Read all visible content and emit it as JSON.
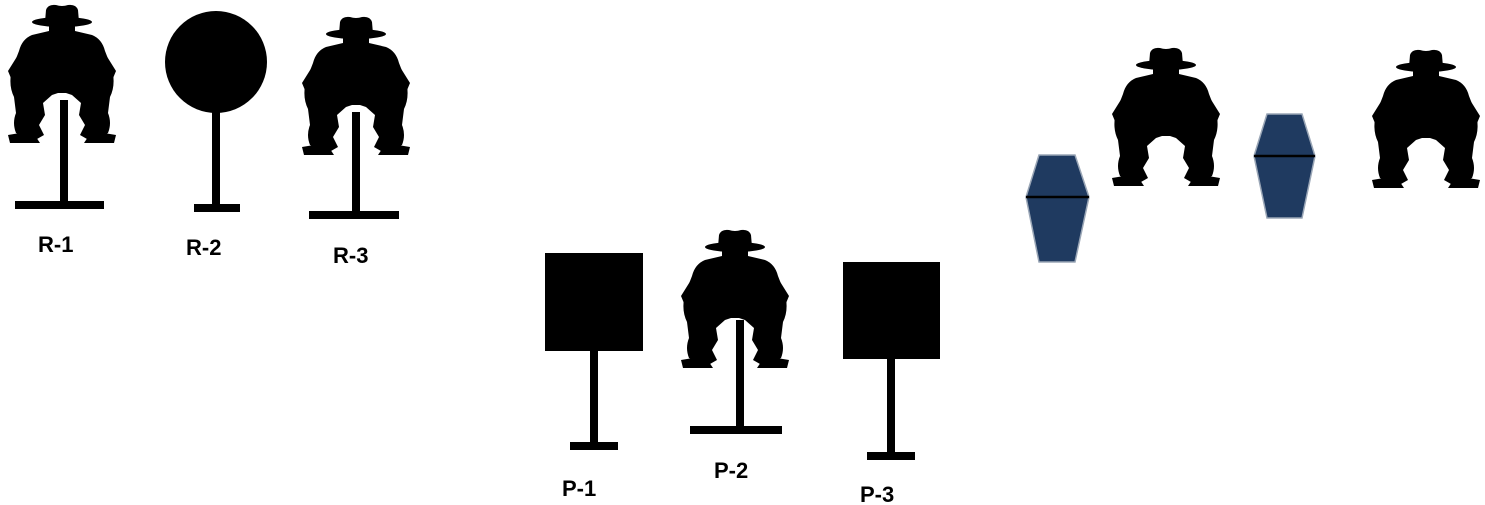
{
  "colors": {
    "target": "#000000",
    "barrel_fill": "#1f3a60",
    "barrel_stroke": "#9aa6b6",
    "background": "#ffffff"
  },
  "rifle_targets": [
    {
      "label": "R-1",
      "shape": "cowboy-silhouette"
    },
    {
      "label": "R-2",
      "shape": "round-plate"
    },
    {
      "label": "R-3",
      "shape": "cowboy-silhouette"
    }
  ],
  "pistol_targets": [
    {
      "label": "P-1",
      "shape": "square-plate"
    },
    {
      "label": "P-2",
      "shape": "cowboy-silhouette"
    },
    {
      "label": "P-3",
      "shape": "square-plate"
    }
  ],
  "shotgun_area": {
    "items": [
      "barrel",
      "cowboy-silhouette",
      "barrel",
      "cowboy-silhouette"
    ]
  }
}
